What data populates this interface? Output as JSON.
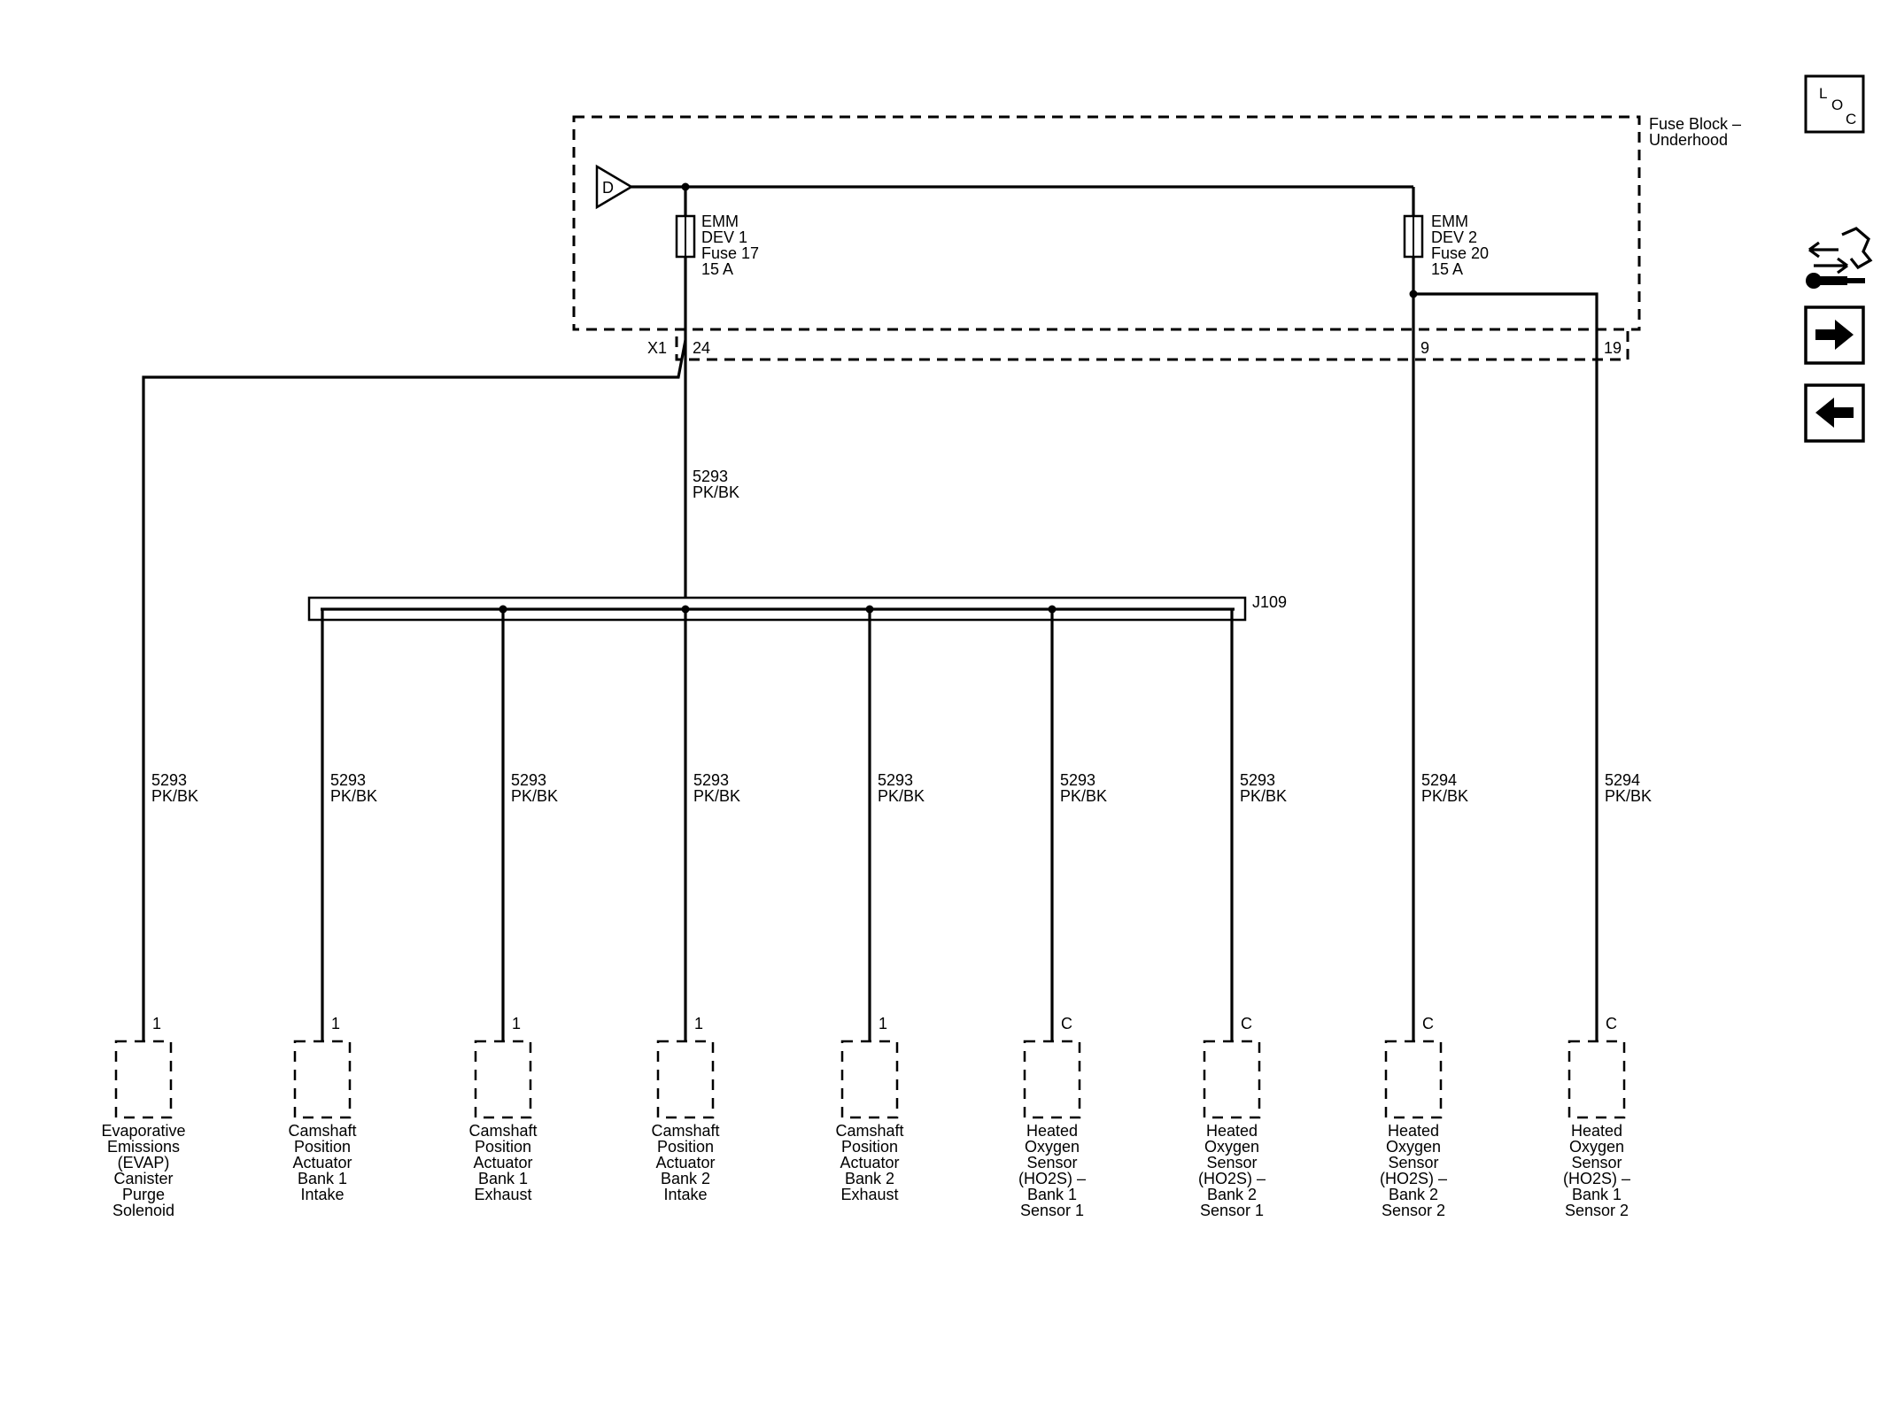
{
  "fuse_block": {
    "label_line1": "Fuse Block –",
    "label_line2": "Underhood"
  },
  "source_marker": "D",
  "fuses": [
    {
      "lines": [
        "EMM",
        "DEV 1",
        "Fuse 17",
        "15 A"
      ]
    },
    {
      "lines": [
        "EMM",
        "DEV 2",
        "Fuse 20",
        "15 A"
      ]
    }
  ],
  "connector": {
    "name": "X1",
    "pins": [
      "24",
      "9",
      "19"
    ]
  },
  "trunk_wire": {
    "circuit": "5293",
    "color": "PK/BK"
  },
  "splice": {
    "name": "J109"
  },
  "branches": [
    {
      "circuit": "5293",
      "color": "PK/BK",
      "pin": "1",
      "component": [
        "Evaporative",
        "Emissions",
        "(EVAP)",
        "Canister",
        "Purge",
        "Solenoid"
      ]
    },
    {
      "circuit": "5293",
      "color": "PK/BK",
      "pin": "1",
      "component": [
        "Camshaft",
        "Position",
        "Actuator",
        "Bank 1",
        "Intake"
      ]
    },
    {
      "circuit": "5293",
      "color": "PK/BK",
      "pin": "1",
      "component": [
        "Camshaft",
        "Position",
        "Actuator",
        "Bank 1",
        "Exhaust"
      ]
    },
    {
      "circuit": "5293",
      "color": "PK/BK",
      "pin": "1",
      "component": [
        "Camshaft",
        "Position",
        "Actuator",
        "Bank 2",
        "Intake"
      ]
    },
    {
      "circuit": "5293",
      "color": "PK/BK",
      "pin": "1",
      "component": [
        "Camshaft",
        "Position",
        "Actuator",
        "Bank 2",
        "Exhaust"
      ]
    },
    {
      "circuit": "5293",
      "color": "PK/BK",
      "pin": "C",
      "component": [
        "Heated",
        "Oxygen",
        "Sensor",
        "(HO2S) –",
        "Bank 1",
        "Sensor 1"
      ]
    },
    {
      "circuit": "5293",
      "color": "PK/BK",
      "pin": "C",
      "component": [
        "Heated",
        "Oxygen",
        "Sensor",
        "(HO2S) –",
        "Bank 2",
        "Sensor 1"
      ]
    },
    {
      "circuit": "5294",
      "color": "PK/BK",
      "pin": "C",
      "component": [
        "Heated",
        "Oxygen",
        "Sensor",
        "(HO2S) –",
        "Bank 2",
        "Sensor 2"
      ]
    },
    {
      "circuit": "5294",
      "color": "PK/BK",
      "pin": "C",
      "component": [
        "Heated",
        "Oxygen",
        "Sensor",
        "(HO2S) –",
        "Bank 1",
        "Sensor 2"
      ]
    }
  ],
  "nav": {
    "loc": {
      "l": "L",
      "o": "O",
      "c": "C"
    },
    "icons": [
      "component-views-icon",
      "next-arrow-icon",
      "previous-arrow-icon"
    ]
  }
}
